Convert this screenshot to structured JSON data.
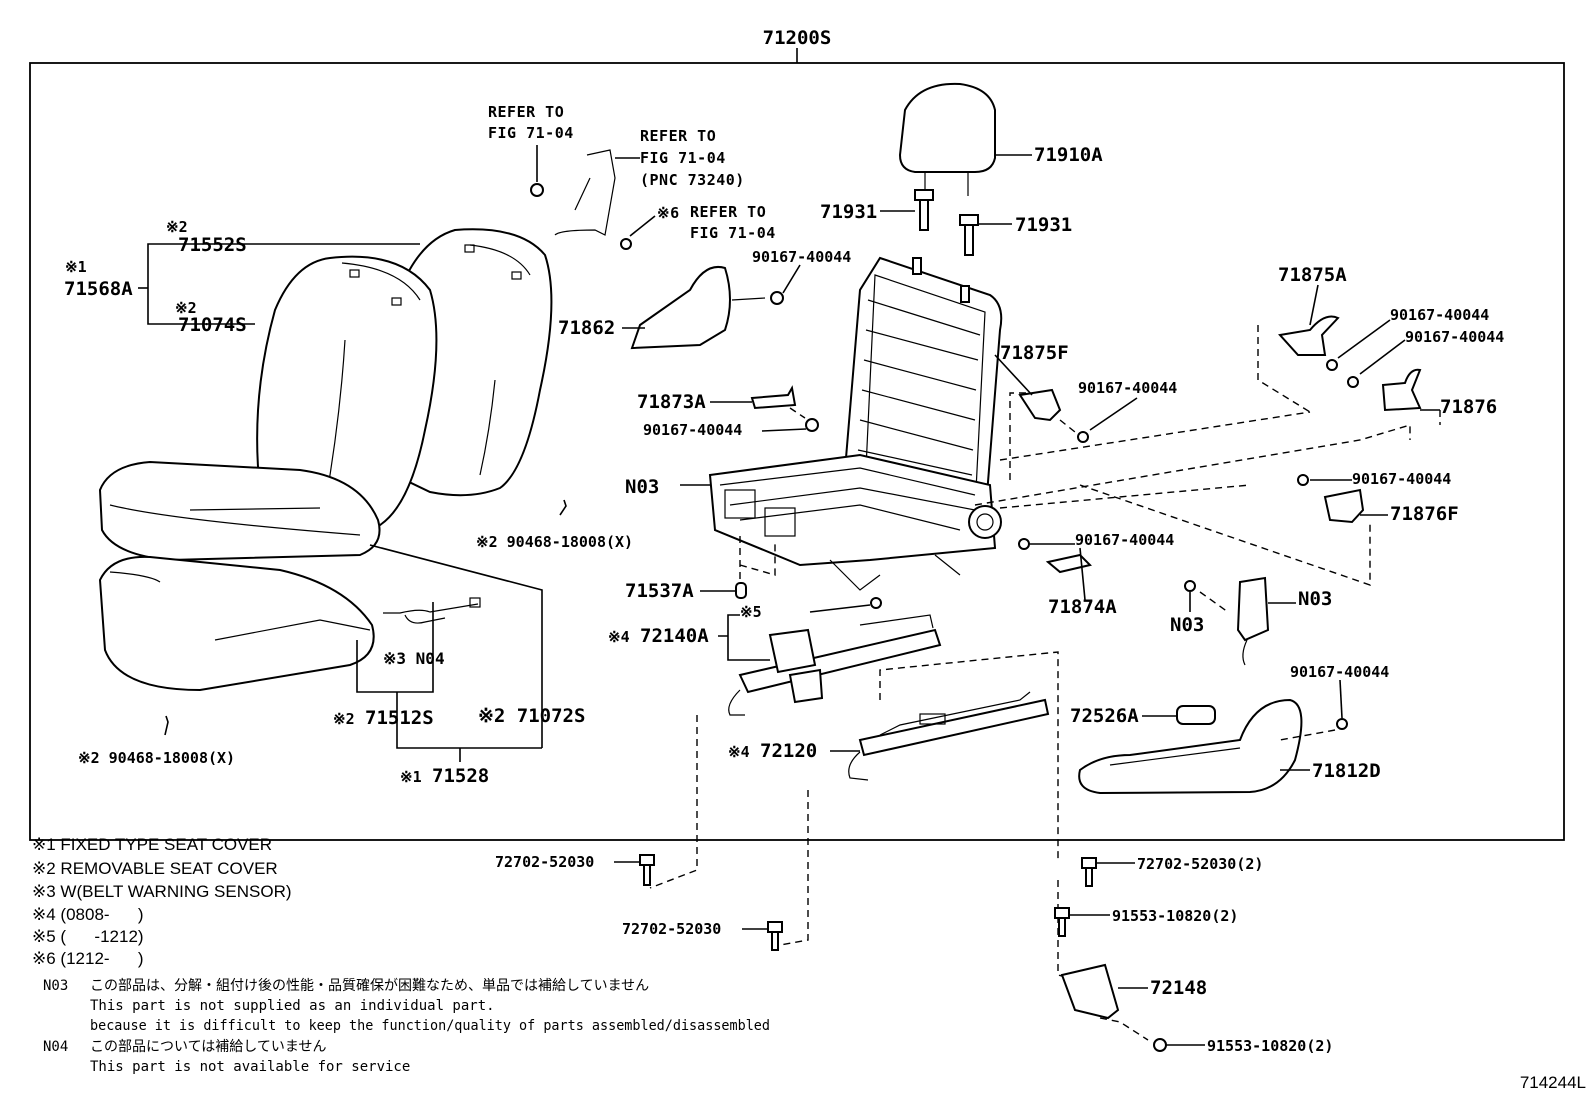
{
  "assembly": {
    "top_label": "71200S",
    "figure_code": "714244L"
  },
  "parts": {
    "headrest": "71910A",
    "headrest_support_a": "71931",
    "headrest_support_b": "71931",
    "cover_fixed_back": "71552S",
    "cover_fixed_mark": "※2",
    "cover_set": "71568A",
    "cover_set_mark": "※1",
    "cover_back_removable": "71074S",
    "cover_back_mark": "※2",
    "shield_left": "71862",
    "bolt_a": "90167-40044",
    "bracket_71873a": "71873A",
    "bolt_b": "90167-40044",
    "frame": "N03",
    "wire_71537a": "71537A",
    "adjuster_72140a": "72140A",
    "adjuster_mark": "※4",
    "mark_5": "※5",
    "adjuster_72120": "72120",
    "adjuster_72120_mark": "※4",
    "cover_71875f": "71875F",
    "bolt_c": "90167-40044",
    "cover_71875a": "71875A",
    "bolt_d": "90167-40044",
    "bolt_e": "90167-40044",
    "cover_71876": "71876",
    "bolt_f": "90167-40044",
    "cover_71876f": "71876F",
    "bolt_g": "90167-40044",
    "bracket_71874a": "71874A",
    "belt_buckle": "N03",
    "belt_buckle_bolt": "N03",
    "bolt_h": "90167-40044",
    "knob_72526a": "72526A",
    "shield_71812d": "71812D",
    "hog_ring_a": "※2 90468-18008(X)",
    "hog_ring_b": "※2 90468-18008(X)",
    "sensor_n04": "※3 N04",
    "cushion_71512s": "71512S",
    "cushion_71512s_mark": "※2",
    "cushion_71072s": "※2 71072S",
    "cushion_71528": "71528",
    "cushion_71528_mark": "※1",
    "bolt_72702_a": "72702-52030",
    "bolt_72702_b": "72702-52030",
    "bolt_72702_c": "72702-52030(2)",
    "bolt_91553_a": "91553-10820(2)",
    "bracket_72148": "72148",
    "bolt_91553_b": "91553-10820(2)"
  },
  "refs": {
    "ref1_line1": "REFER TO",
    "ref1_line2": "FIG 71-04",
    "ref2_line1": "REFER TO",
    "ref2_line2": "FIG 71-04",
    "ref2_line3": "(PNC 73240)",
    "ref3_mark": "※6",
    "ref3_line1": "REFER TO",
    "ref3_line2": "FIG 71-04"
  },
  "legend": [
    "※1 FIXED TYPE SEAT COVER",
    "※2 REMOVABLE SEAT COVER",
    "※3 W(BELT WARNING SENSOR)",
    "※4 (0808-      )",
    "※5 (      -1212)",
    "※6 (1212-      )"
  ],
  "notes": {
    "n03_code": "N03",
    "n03_jp": "この部品は、分解・組付け後の性能・品質確保が困難なため、単品では補給していません",
    "n03_en1": "This part is not supplied as an individual part.",
    "n03_en2": "because it is difficult to keep the function/quality of parts assembled/disassembled",
    "n04_code": "N04",
    "n04_jp": "この部品については補給していません",
    "n04_en": "This part is not available for service"
  }
}
